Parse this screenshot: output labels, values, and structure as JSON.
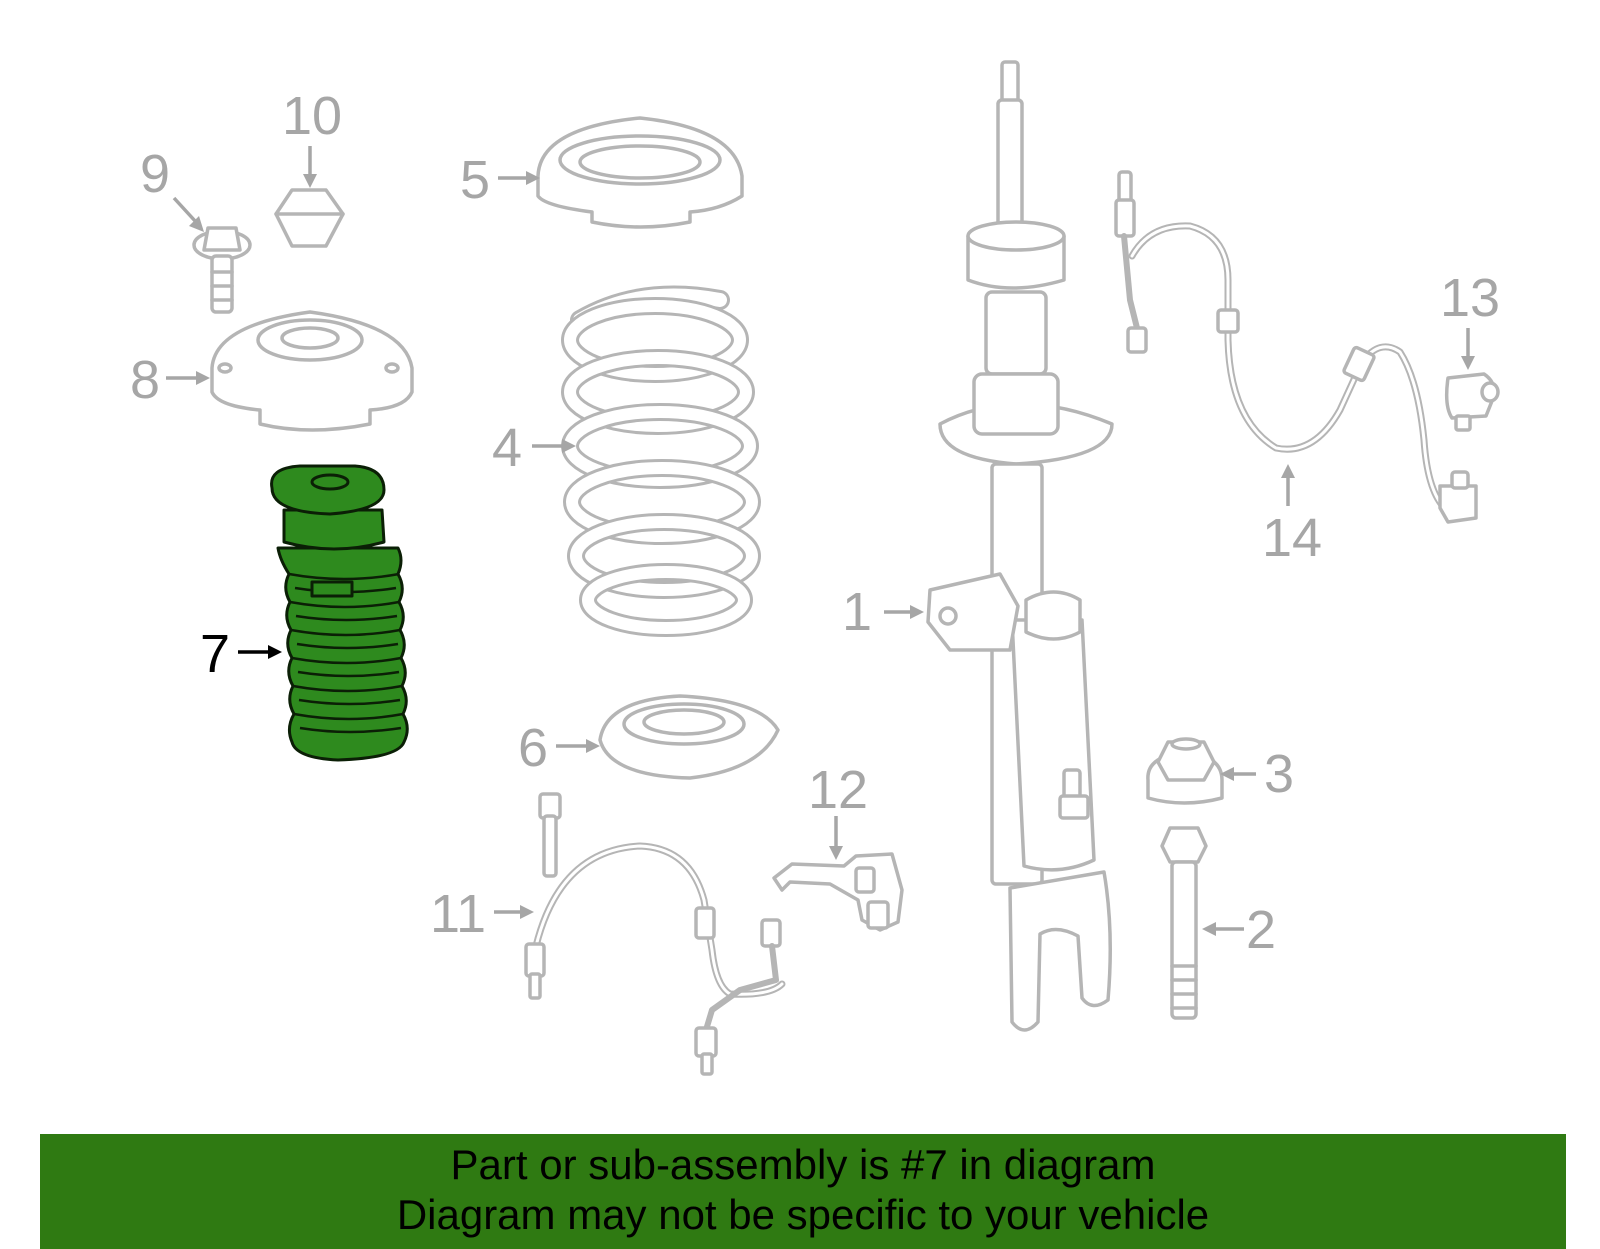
{
  "diagram": {
    "highlight_color": "#2e8a1e",
    "callouts": [
      {
        "id": "1",
        "label": "1"
      },
      {
        "id": "2",
        "label": "2"
      },
      {
        "id": "3",
        "label": "3"
      },
      {
        "id": "4",
        "label": "4"
      },
      {
        "id": "5",
        "label": "5"
      },
      {
        "id": "6",
        "label": "6"
      },
      {
        "id": "7",
        "label": "7",
        "highlighted": true
      },
      {
        "id": "8",
        "label": "8"
      },
      {
        "id": "9",
        "label": "9"
      },
      {
        "id": "10",
        "label": "10"
      },
      {
        "id": "11",
        "label": "11"
      },
      {
        "id": "12",
        "label": "12"
      },
      {
        "id": "13",
        "label": "13"
      },
      {
        "id": "14",
        "label": "14"
      }
    ]
  },
  "banner": {
    "background": "#2f7a12",
    "line1": "Part or sub-assembly is #7 in diagram",
    "line2": "Diagram may not be specific to your vehicle"
  }
}
